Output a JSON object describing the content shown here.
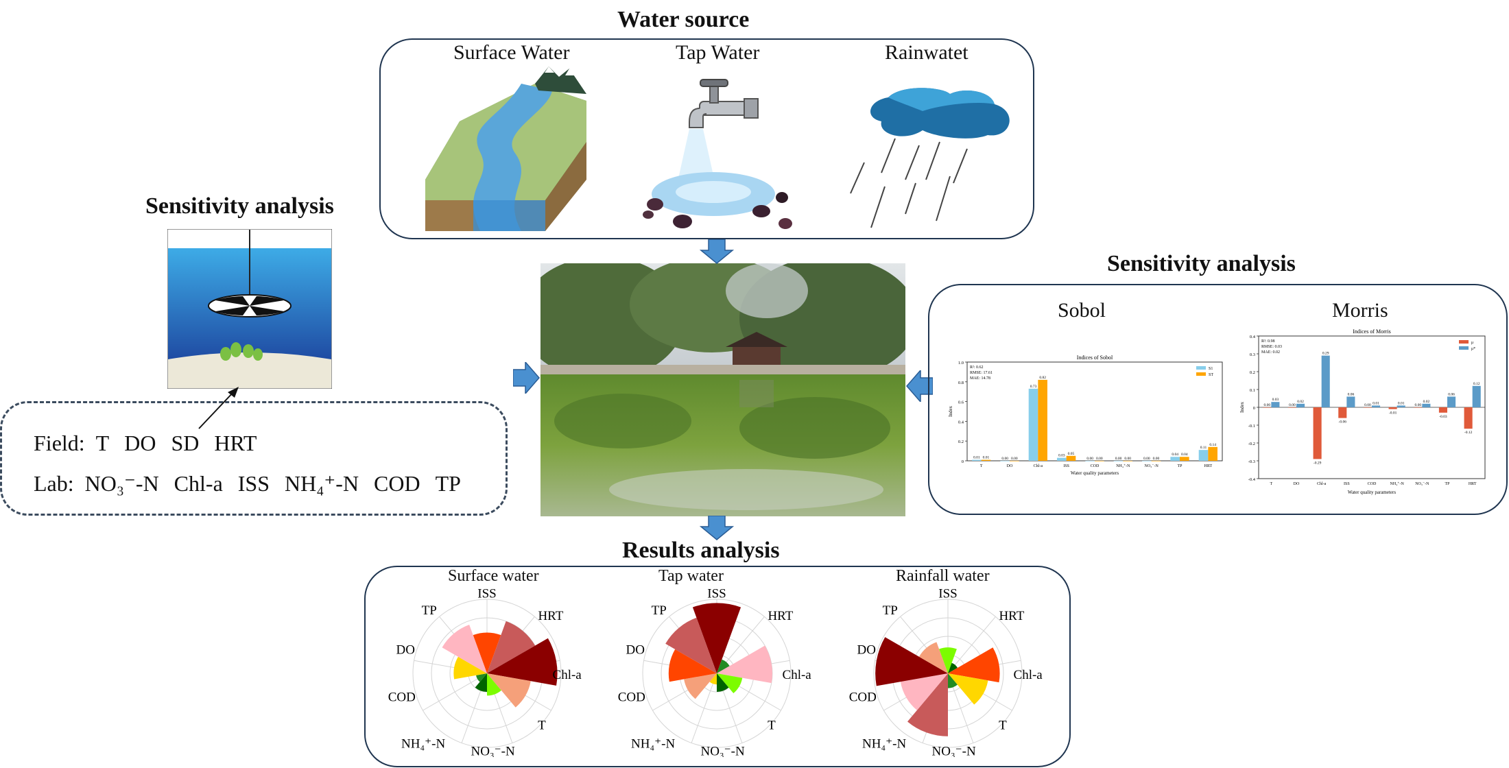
{
  "water_source": {
    "title": "Water source",
    "sources": [
      "Surface Water",
      "Tap Water",
      "Rainwatet"
    ]
  },
  "left_sensitivity": {
    "title": "Sensitivity analysis",
    "field_label": "Field:",
    "field_params": [
      "T",
      "DO",
      "SD",
      "HRT"
    ],
    "lab_label": "Lab:",
    "lab_params": [
      "NO₃⁻-N",
      "Chl-a",
      "ISS",
      "NH₄⁺-N",
      "COD",
      "TP"
    ]
  },
  "right_sensitivity": {
    "title": "Sensitivity analysis",
    "sobol_label": "Sobol",
    "morris_label": "Morris"
  },
  "results": {
    "title": "Results analysis",
    "axis_labels": [
      "ISS",
      "HRT",
      "Chl-a",
      "T",
      "NO₃⁻-N",
      "NH₄⁺-N",
      "COD",
      "DO",
      "TP"
    ],
    "charts": [
      {
        "title": "Surface water"
      },
      {
        "title": "Tap water"
      },
      {
        "title": "Rainfall water"
      }
    ]
  },
  "chart_data": [
    {
      "type": "bar",
      "title": "Indices of Sobol",
      "xlabel": "Water quality parameters",
      "ylabel": "Index",
      "categories": [
        "T",
        "DO",
        "Chl-a",
        "ISS",
        "COD",
        "NH₄⁺-N",
        "NO₃⁻-N",
        "TP",
        "HRT"
      ],
      "ylim": [
        0,
        1.0
      ],
      "yticks": [
        "0",
        "0.2",
        "0.4",
        "0.6",
        "0.8",
        "1.0"
      ],
      "legend_position": "top-right",
      "metrics": [
        "R²: 0.62",
        "RMSE: 17.61",
        "MAE: 14.78"
      ],
      "series": [
        {
          "name": "S1",
          "color": "#87ceeb",
          "values": [
            0.01,
            0.0,
            0.73,
            0.03,
            0.0,
            0.0,
            0.0,
            0.04,
            0.11
          ]
        },
        {
          "name": "ST",
          "color": "#ffa500",
          "values": [
            0.01,
            0.0,
            0.82,
            0.05,
            0.0,
            0.0,
            0.0,
            0.04,
            0.14
          ]
        }
      ]
    },
    {
      "type": "bar",
      "title": "Indices of Morris",
      "xlabel": "Water quality parameters",
      "ylabel": "Index",
      "categories": [
        "T",
        "DO",
        "Chl-a",
        "ISS",
        "COD",
        "NH₄⁺-N",
        "NO₃⁻-N",
        "TP",
        "HRT"
      ],
      "ylim": [
        -0.4,
        0.4
      ],
      "yticks": [
        "-0.4",
        "-0.3",
        "-0.2",
        "-0.1",
        "0",
        "0.1",
        "0.2",
        "0.3",
        "0.4"
      ],
      "legend_position": "top-right",
      "metrics": [
        "R²: 0.98",
        "RMSE: 0.03",
        "MAE: 0.02"
      ],
      "series": [
        {
          "name": "μ",
          "color": "#e05a3a",
          "values": [
            0.0,
            0.0,
            -0.29,
            -0.06,
            0.0,
            -0.01,
            0.0,
            -0.03,
            -0.12
          ]
        },
        {
          "name": "μ*",
          "color": "#5b9bc8",
          "values": [
            0.03,
            0.02,
            0.29,
            0.06,
            0.01,
            0.01,
            0.02,
            0.06,
            0.12
          ]
        }
      ]
    },
    {
      "type": "polar-area",
      "title": "Surface water",
      "categories": [
        "ISS",
        "HRT",
        "Chl-a",
        "T",
        "NO₃⁻-N",
        "NH₄⁺-N",
        "COD",
        "DO",
        "TP"
      ],
      "values": [
        0.55,
        0.75,
        0.95,
        0.6,
        0.3,
        0.25,
        0.15,
        0.45,
        0.7
      ],
      "colors": [
        "#ff4500",
        "#c85a5a",
        "#8b0000",
        "#f5a07a",
        "#7cfc00",
        "#006400",
        "#228b22",
        "#ffd700",
        "#ffb6c1"
      ]
    },
    {
      "type": "polar-area",
      "title": "Tap water",
      "categories": [
        "ISS",
        "HRT",
        "Chl-a",
        "T",
        "NO₃⁻-N",
        "NH₄⁺-N",
        "COD",
        "DO",
        "TP"
      ],
      "values": [
        0.95,
        0.2,
        0.75,
        0.35,
        0.25,
        0.15,
        0.45,
        0.65,
        0.8
      ],
      "colors": [
        "#8b0000",
        "#228b22",
        "#ffb6c1",
        "#7cfc00",
        "#006400",
        "#ffd700",
        "#f5a07a",
        "#ff4500",
        "#c85a5a"
      ]
    },
    {
      "type": "polar-area",
      "title": "Rainfall water",
      "categories": [
        "ISS",
        "HRT",
        "Chl-a",
        "T",
        "NO₃⁻-N",
        "NH₄⁺-N",
        "COD",
        "DO",
        "TP"
      ],
      "values": [
        0.35,
        0.15,
        0.7,
        0.55,
        0.2,
        0.85,
        0.65,
        0.98,
        0.45
      ],
      "colors": [
        "#7cfc00",
        "#006400",
        "#ff4500",
        "#ffd700",
        "#228b22",
        "#c85a5a",
        "#ffb6c1",
        "#8b0000",
        "#f5a07a"
      ]
    }
  ]
}
